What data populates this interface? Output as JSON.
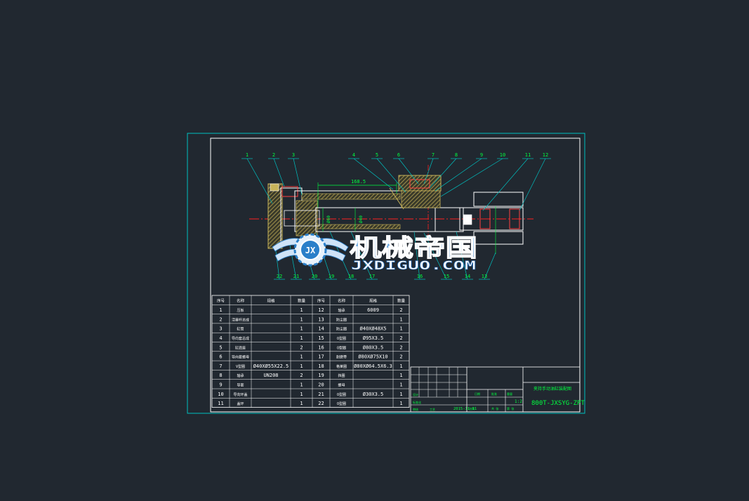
{
  "balloons": {
    "top": [
      "1",
      "2",
      "3",
      "4",
      "5",
      "6",
      "7",
      "8",
      "9",
      "10",
      "11",
      "12"
    ],
    "bottom": [
      "22",
      "21",
      "20",
      "19",
      "18",
      "17",
      "16",
      "15",
      "14",
      "13"
    ]
  },
  "dimensions": {
    "length": "168.5",
    "dia_1": "Ø60",
    "dia_2": "Ø40"
  },
  "watermark": {
    "title": "机械帝国",
    "subtitle": "JXDIGUO.COM",
    "badge": "JX"
  },
  "bom": {
    "headers": [
      "序号",
      "名称",
      "规格",
      "数量",
      "序号",
      "名称",
      "规格",
      "数量"
    ],
    "rows": [
      [
        "1",
        "压板",
        "",
        "1",
        "12",
        "轴承",
        "6009",
        "2"
      ],
      [
        "2",
        "活塞杆总成",
        "",
        "1",
        "13",
        "防尘圈",
        "",
        "1"
      ],
      [
        "3",
        "缸筒",
        "",
        "1",
        "14",
        "防尘圈",
        "Ø40XØ48X5",
        "1"
      ],
      [
        "4",
        "导向套总成",
        "",
        "1",
        "15",
        "O型圈",
        "Ø95X3.5",
        "2"
      ],
      [
        "5",
        "缸底座",
        "",
        "2",
        "16",
        "O型圈",
        "Ø80X3.5",
        "2"
      ],
      [
        "6",
        "导向套螺母",
        "",
        "1",
        "17",
        "耐磨带",
        "Ø80XØ75X10",
        "2"
      ],
      [
        "7",
        "V型圈",
        "Ø40XØ55X22.5",
        "1",
        "18",
        "格莱圈",
        "Ø80XØ64.5X6.3",
        "1"
      ],
      [
        "8",
        "轴承",
        "UN208",
        "2",
        "19",
        "挡圈",
        "",
        "1"
      ],
      [
        "9",
        "导套",
        "",
        "1",
        "20",
        "螺母",
        "",
        "1"
      ],
      [
        "10",
        "导向环盖",
        "",
        "1",
        "21",
        "O型圈",
        "Ø30X3.5",
        "1"
      ],
      [
        "11",
        "盖环",
        "",
        "1",
        "22",
        "O型圈",
        "",
        "1"
      ]
    ]
  },
  "title_block": {
    "drawing_title": "夹持手动油缸装配图",
    "drawing_number": "800T-JXSYG-ZPT",
    "scale": "1:2",
    "date": "2015-11-11",
    "small_labels": [
      "设计",
      "标准化",
      "审核",
      "工艺",
      "批准",
      "日期",
      "阶段标记",
      "重量",
      "比例",
      "共 张",
      "第 张"
    ]
  },
  "colors": {
    "background": "#212830",
    "frame": "#00c0c0",
    "inner_border": "#ffffff",
    "geometry": "#ffffff",
    "hatch": "#c8b45a",
    "centerline": "#ff2020",
    "dimension": "#00ff40",
    "leader": "#00c0c0",
    "balloon_text": "#00ff40",
    "bom_text": "#ffffff",
    "title_text": "#00ff40",
    "watermark_blue": "#2a7fc9"
  }
}
